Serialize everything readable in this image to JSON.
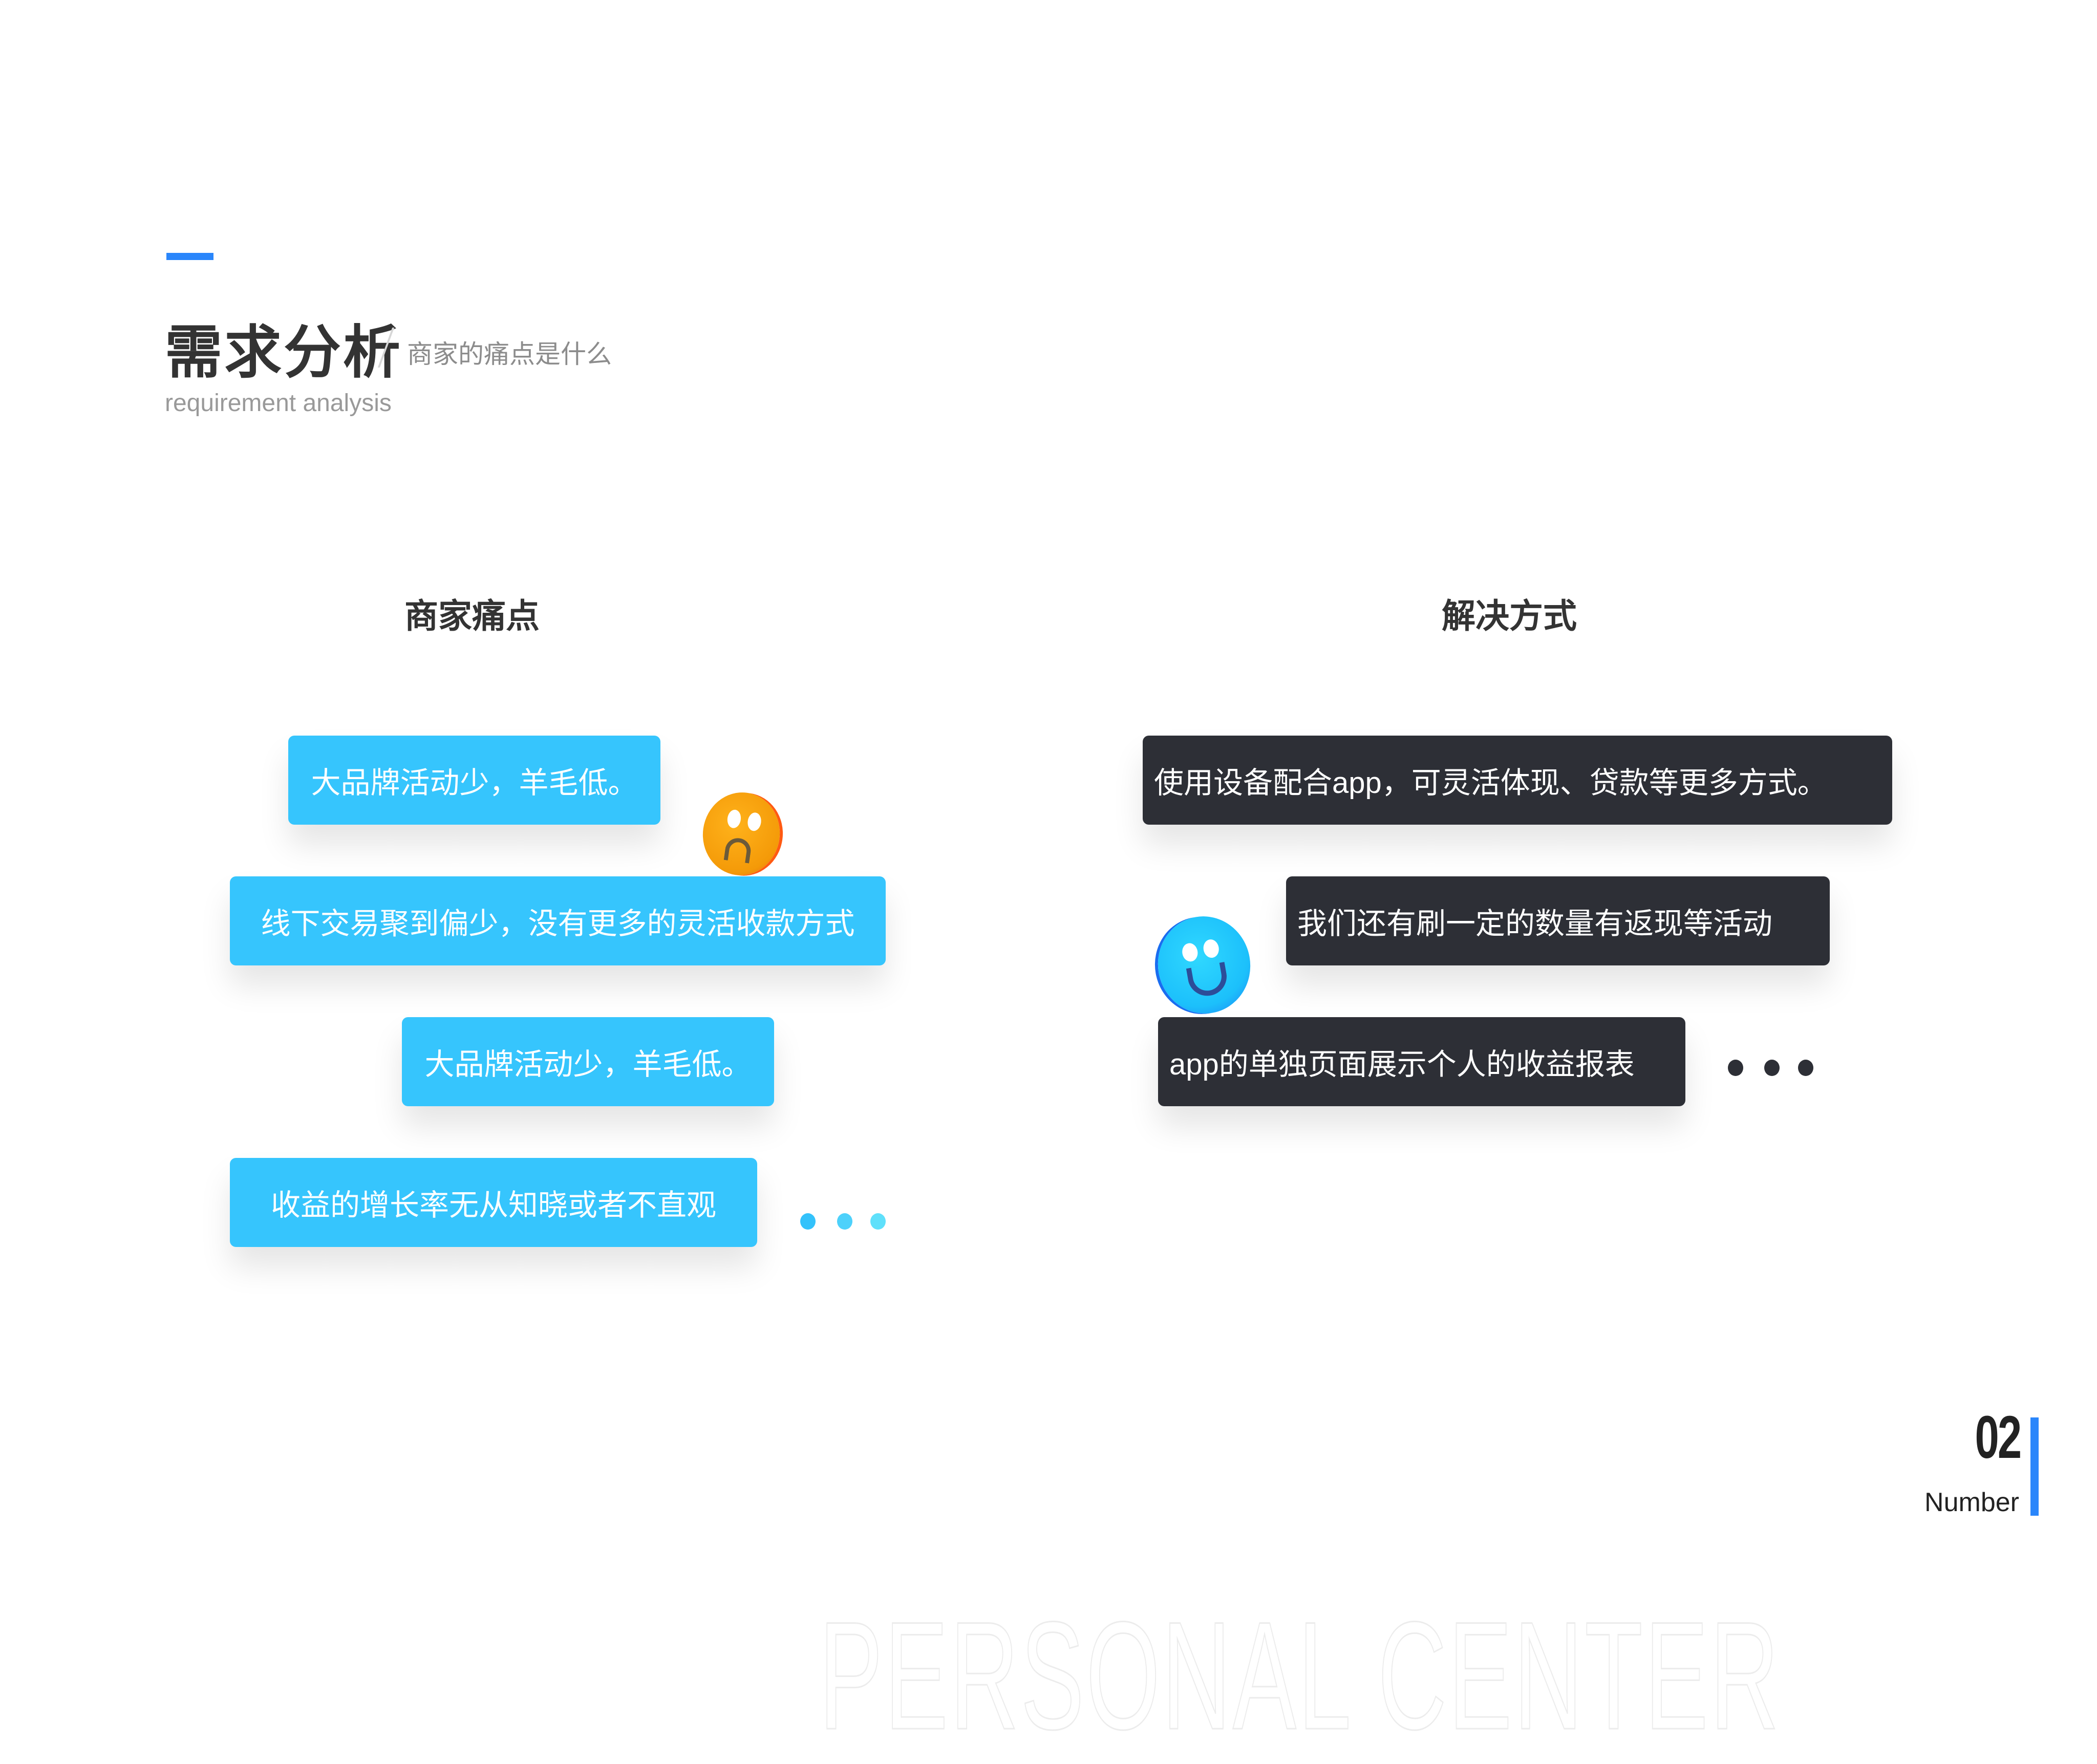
{
  "header": {
    "title": "需求分析",
    "subtitle": "商家的痛点是什么",
    "english_title": "requirement analysis",
    "accent_color": "#2a86fb"
  },
  "columns": {
    "left": {
      "heading": "商家痛点",
      "card_color": "#36c5fd",
      "cards": [
        "大品牌活动少，羊毛低。",
        "线下交易聚到偏少，没有更多的灵活收款方式",
        "大品牌活动少，羊毛低。",
        "收益的增长率无从知晓或者不直观"
      ],
      "emoji_icon": "sad-face-coin-icon",
      "more_icon": "ellipsis-dots-icon",
      "dot_colors": [
        "#33c2fb",
        "#4dd1fb",
        "#5fe0fb"
      ]
    },
    "right": {
      "heading": "解决方式",
      "card_color": "#2d2f36",
      "cards": [
        "使用设备配合app，可灵活体现、贷款等更多方式。",
        "我们还有刷一定的数量有返现等活动",
        "app的单独页面展示个人的收益报表"
      ],
      "emoji_icon": "happy-face-coin-icon",
      "more_icon": "ellipsis-dots-icon",
      "dot_colors": [
        "#2d2f36",
        "#2d2f36",
        "#2d2f36"
      ]
    }
  },
  "page_number": {
    "value": "02",
    "label": "Number"
  },
  "watermark": "PERSONAL  CENTER"
}
